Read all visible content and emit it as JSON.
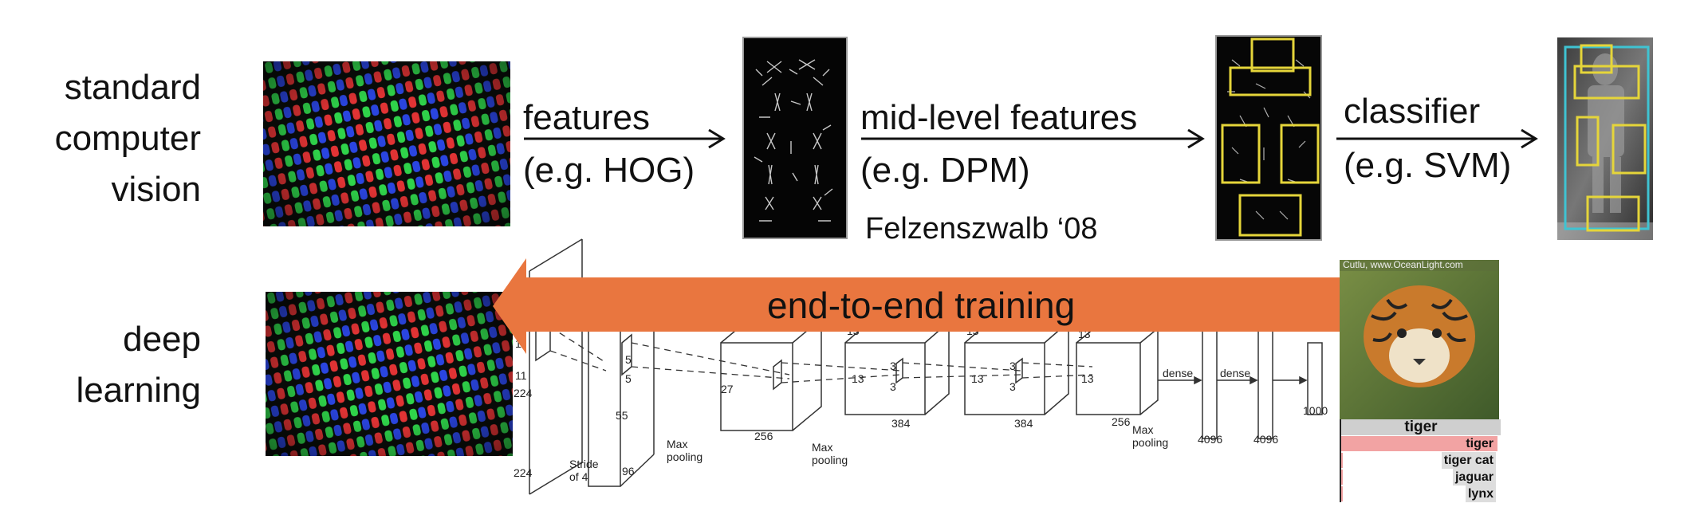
{
  "rows": {
    "standard_label_lines": [
      "standard",
      "computer",
      "vision"
    ],
    "deep_label_lines": [
      "deep",
      "learning"
    ]
  },
  "pipeline": {
    "step1": {
      "line1": "features",
      "line2": "(e.g. HOG)"
    },
    "step2": {
      "line1": "mid-level features",
      "line2": "(e.g. DPM)"
    },
    "step3": {
      "line1": "classifier",
      "line2": "(e.g. SVM)"
    },
    "citation": "Felzenszwalb ‘08"
  },
  "end_to_end": {
    "label": "end-to-end training",
    "color": "#E9763F"
  },
  "network_labels": {
    "input_h": "224",
    "input_w": "224",
    "conv1_k": "11",
    "conv1_k2": "11",
    "stride": "Stride\nof 4",
    "c1_h": "55",
    "c1_d": "96",
    "c1_k": "5",
    "c1_k2": "5",
    "c2_h": "27",
    "c2_d": "256",
    "c3_h": "13",
    "c3_d": "384",
    "c3_k": "3",
    "c3_k2": "3",
    "c4_h": "13",
    "c4_d": "384",
    "c4_k": "3",
    "c4_k2": "3",
    "c5_h": "13",
    "c5_d": "256",
    "max_pool": "Max\npooling",
    "dense": "dense",
    "fc1": "4096",
    "fc2": "4096",
    "out": "1000"
  },
  "classification": {
    "watermark": "Cutlu, www.OceanLight.com",
    "top_class": "tiger",
    "predictions": [
      {
        "label": "tiger",
        "score": 0.98
      },
      {
        "label": "tiger cat",
        "score": 0.01
      },
      {
        "label": "jaguar",
        "score": 0.005
      },
      {
        "label": "lynx",
        "score": 0.003
      }
    ],
    "bar_color": "#F2A3A3"
  },
  "colors": {
    "detection_box": "#E5D53A",
    "person_box": "#3FC3D2"
  }
}
